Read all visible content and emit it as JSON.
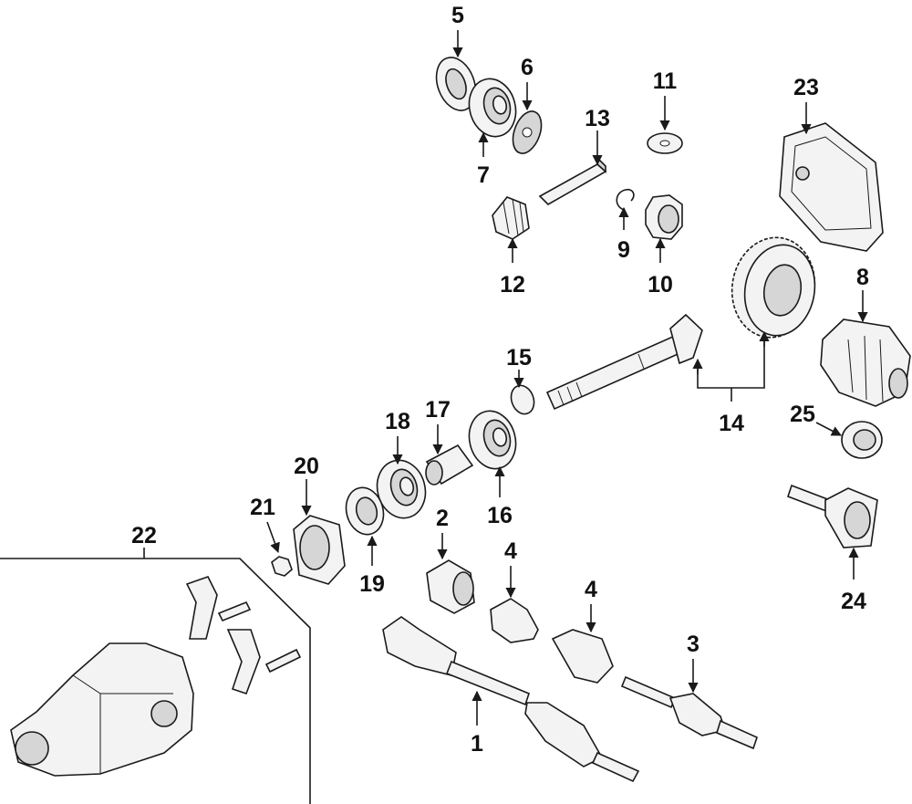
{
  "callouts": {
    "c1": "1",
    "c2": "2",
    "c3": "3",
    "c4a": "4",
    "c4b": "4",
    "c5": "5",
    "c6": "6",
    "c7": "7",
    "c8": "8",
    "c9": "9",
    "c10": "10",
    "c11": "11",
    "c12": "12",
    "c13": "13",
    "c14": "14",
    "c15": "15",
    "c16": "16",
    "c17": "17",
    "c18": "18",
    "c19": "19",
    "c20": "20",
    "c21": "21",
    "c22": "22",
    "c23": "23",
    "c24": "24",
    "c25": "25"
  },
  "colors": {
    "ink": "#1a1a1a",
    "paper": "#ffffff",
    "shade": "#d6d6d6"
  }
}
